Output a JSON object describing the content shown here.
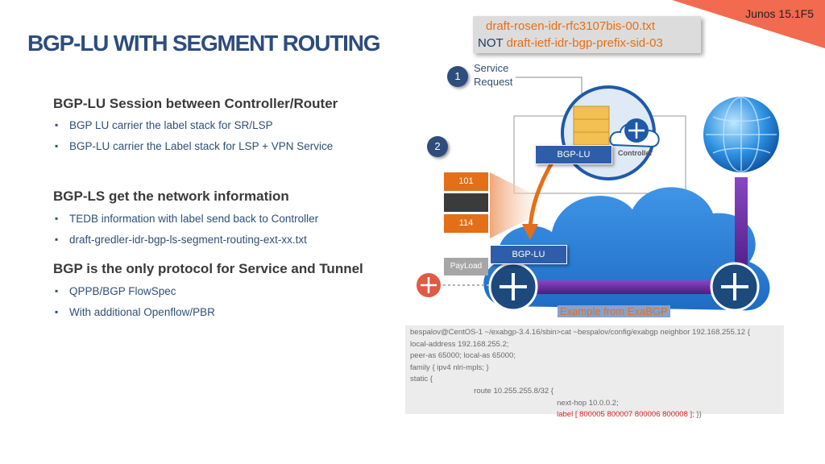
{
  "title": "BGP-LU WITH SEGMENT ROUTING",
  "junos": "Junos 15.1F5",
  "drafts": {
    "line1": "draft-rosen-idr-rfc3107bis-00.txt",
    "not_prefix": "NOT",
    "line2": "draft-ietf-idr-bgp-prefix-sid-03"
  },
  "sections": [
    {
      "heading": "BGP-LU Session between Controller/Router",
      "bullets": [
        "BGP LU carrier the label stack for SR/LSP",
        "BGP-LU carrier the Label stack for LSP + VPN Service"
      ]
    },
    {
      "heading": "BGP-LS get the network information",
      "bullets": [
        "TEDB information with label send back to Controller",
        "draft-gredler-idr-bgp-ls-segment-routing-ext-xx.txt"
      ]
    },
    {
      "heading": "BGP is the only protocol for Service and Tunnel",
      "bullets": [
        "QPPB/BGP FlowSpec",
        "With additional Openflow/PBR"
      ]
    }
  ],
  "diagram": {
    "step1": "1",
    "step2": "2",
    "service_request": [
      "Service",
      "Request"
    ],
    "controller_label": "Controller",
    "bgp_lu_top": "BGP-LU",
    "bgp_lu_bottom": "BGP-LU",
    "label_stack": [
      "101",
      "",
      "114"
    ],
    "payload": "PayLoad",
    "exabgp_caption": "Example from ExaBGP",
    "colors": {
      "accent": "#2e4d7c",
      "orange": "#e36f18",
      "purple": "#6a2aa0",
      "cloud": "#2b7fd6"
    }
  },
  "code": {
    "lines": [
      "bespalov@CentOS-1 ~/exabgp-3.4.16/sbin>cat ~bespalov/config/exabgp neighbor 192.168.255.12 {",
      "local-address 192.168.255.2;",
      "peer-as 65000; local-as 65000;",
      "family { ipv4 nlri-mpls; }",
      "static {",
      "                              route 10.255.255.8/32 {",
      "                                                                     next-hop 10.0.0.2;"
    ],
    "last_line": "label [ 800005 800007 800006 800008 ];",
    "last_suffix": " }}"
  }
}
